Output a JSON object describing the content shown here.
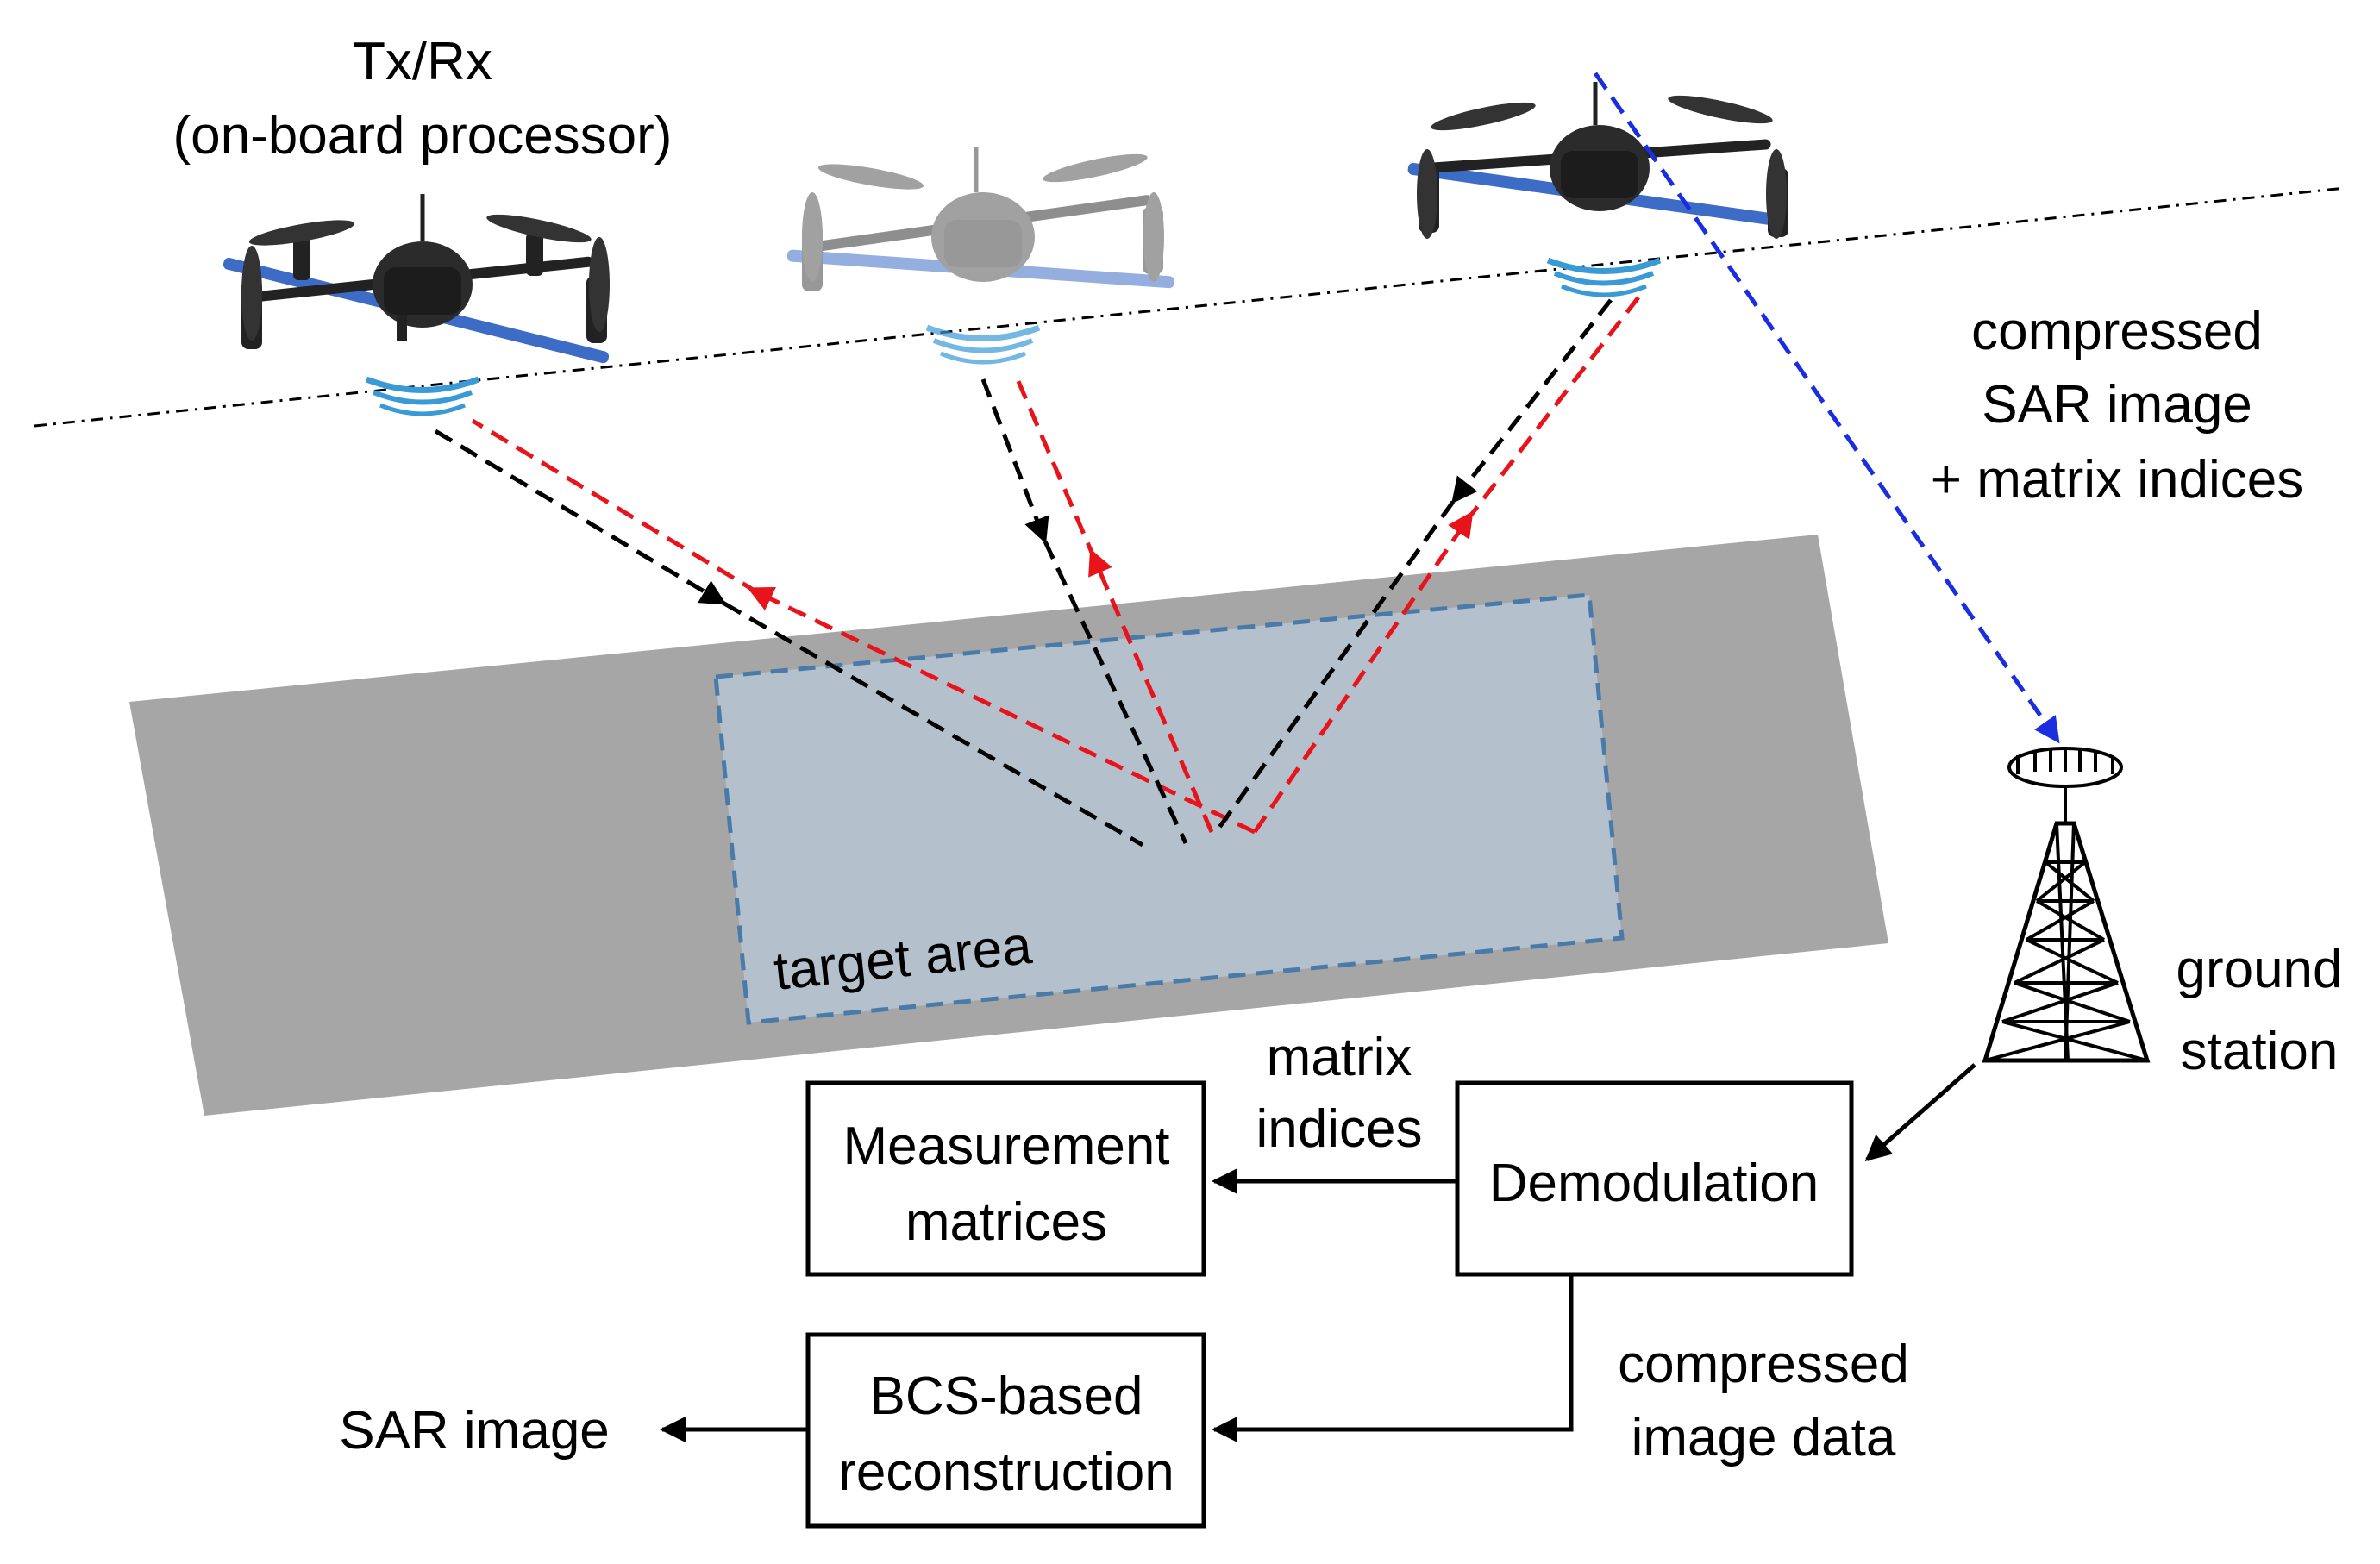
{
  "labels": {
    "txrx_line1": "Tx/Rx",
    "txrx_line2": "(on-board processor)",
    "compressed_line1": "compressed",
    "compressed_line2": "SAR image",
    "compressed_line3": "+ matrix indices",
    "target_area": "target area",
    "ground_line1": "ground",
    "ground_line2": "station",
    "matrix_idx_line1": "matrix",
    "matrix_idx_line2": "indices",
    "comp_data_line1": "compressed",
    "comp_data_line2": "image data",
    "sar_image": "SAR image"
  },
  "blocks": {
    "measurement_line1": "Measurement",
    "measurement_line2": "matrices",
    "demodulation": "Demodulation",
    "bcs_line1": "BCS-based",
    "bcs_line2": "reconstruction"
  },
  "colors": {
    "ground_strip": "#a6a6a6",
    "target_fill": "#b4c0cc",
    "target_border": "#4a7ba8",
    "tx_ray": "#000000",
    "rx_ray": "#e8141c",
    "downlink": "#1a2ee0",
    "drone_arm": "#3d6cc7",
    "drone_body": "#2b2b2b",
    "signal_wave": "#3a9ad6"
  },
  "icons": [
    "drone-icon",
    "signal-wave-icon",
    "antenna-tower-icon"
  ]
}
